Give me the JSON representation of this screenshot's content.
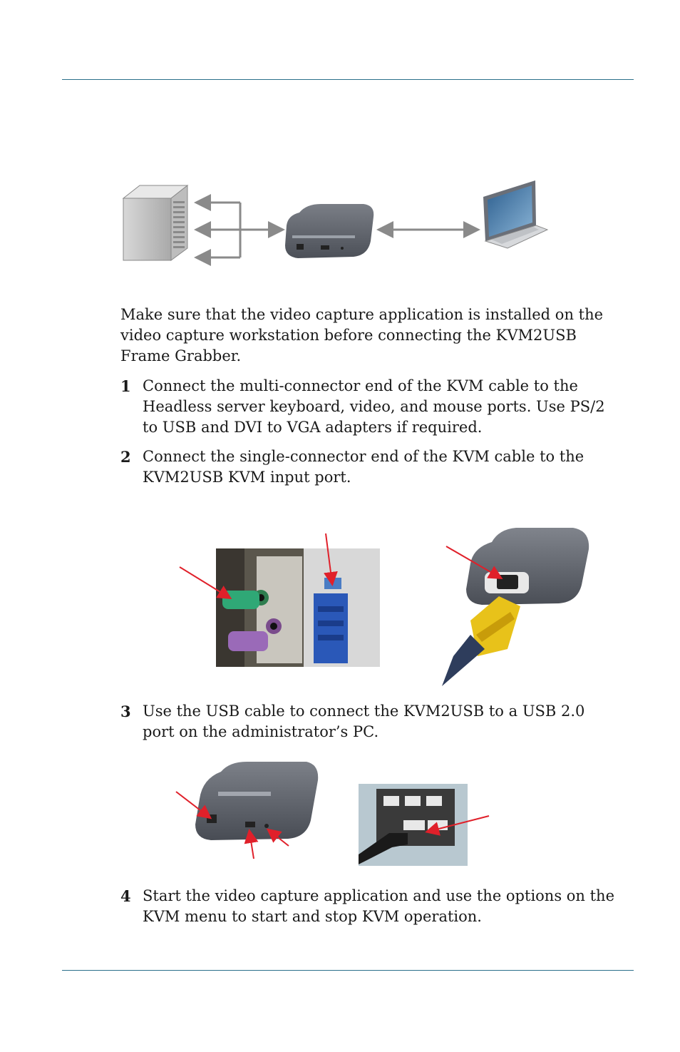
{
  "intro": "Make sure that the video capture application is installed on the video capture workstation before connecting the KVM2USB Frame Grabber.",
  "steps": [
    {
      "num": "1",
      "text": "Connect the multi-connector end of the KVM cable to the Headless server keyboard, video, and mouse ports. Use PS/2 to USB and DVI to VGA adapters if required."
    },
    {
      "num": "2",
      "text": "Connect the single-connector end of the KVM cable to the KVM2USB KVM input port."
    },
    {
      "num": "3",
      "text": "Use the USB cable to connect the KVM2USB to a USB 2.0 port on the administrator’s PC."
    },
    {
      "num": "4",
      "text": "Start the video capture application and use the options on the KVM menu to start and stop KVM operation."
    }
  ],
  "colors": {
    "rule": "#2a6f8a",
    "arrow": "#e0202a",
    "device": "#5a5e66"
  }
}
